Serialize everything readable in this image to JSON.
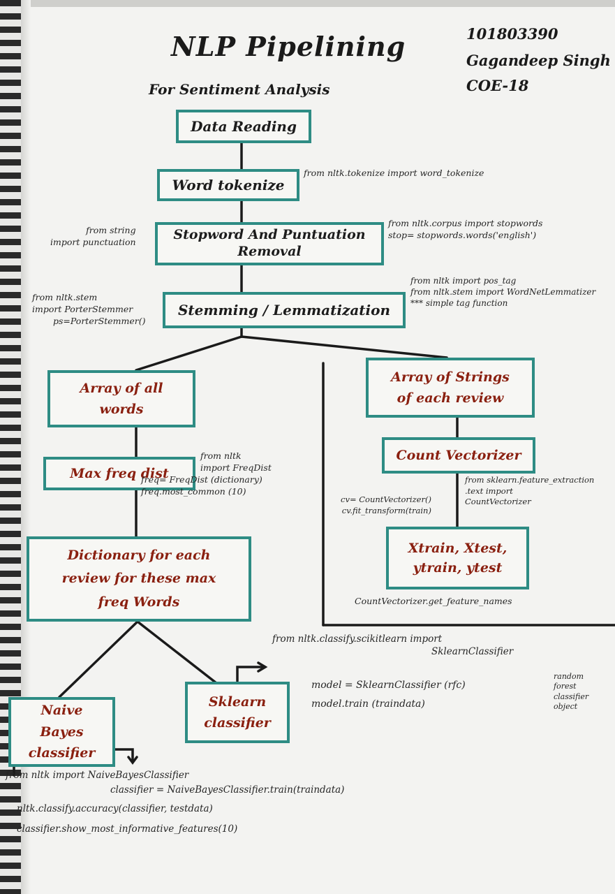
{
  "header": {
    "title": "NLP Pipelining",
    "subtitle": "For Sentiment Analysis",
    "roll_number": "101803390",
    "author": "Gagandeep Singh",
    "class": "COE-18"
  },
  "nodes": {
    "data_reading": "Data Reading",
    "word_tokenize": "Word tokenize",
    "stopword_removal": "Stopword And Puntuation Removal",
    "stemming": "Stemming / Lemmatization",
    "array_all_words": "Array of all words",
    "array_strings": "Array of Strings of each review",
    "max_freq_dist": "Max freq dist",
    "count_vectorizer": "Count Vectorizer",
    "dictionary": "Dictionary for each review for these max freq Words",
    "xtrain_line1": "Xtrain, Xtest,",
    "xtrain_line2": "ytrain, ytest",
    "naive_bayes": "Naive Bayes classifier",
    "sklearn": "Sklearn classifier"
  },
  "notes": {
    "word_tokenize": "from nltk.tokenize import word_tokenize",
    "stopwords_line1": "from nltk.corpus import stopwords",
    "stopwords_line2": "stop= stopwords.words('english')",
    "punctuation_line1": "from string",
    "punctuation_line2": "import punctuation",
    "postag_line1": "from nltk import pos_tag",
    "postag_line2": "from nltk.stem import WordNetLemmatizer",
    "postag_line3": "*** simple tag function",
    "porter_line1": "from nltk.stem",
    "porter_line2": "import PorterStemmer",
    "porter_line3": "ps=PorterStemmer()",
    "freqdist_line1": "from nltk",
    "freqdist_line2": "import FreqDist",
    "freqdist_line3": "freq= FreqDist (dictionary)",
    "freqdist_line4": "freq.most_common (10)",
    "cv_left_line1": "cv= CountVectorizer()",
    "cv_left_line2": "cv.fit_transform(train)",
    "cv_right_line1": "from sklearn.feature_extraction",
    "cv_right_line2": ".text     import",
    "cv_right_line3": "CountVectorizer",
    "feature_names": "CountVectorizer.get_feature_names",
    "sklearn_line1": "from nltk.classify.scikitlearn import",
    "sklearn_line2": "SklearnClassifier",
    "model_line1": "model = SklearnClassifier (rfc)",
    "model_line2": "model.train (traindata)",
    "rfc_line1": "random",
    "rfc_line2": "forest",
    "rfc_line3": "classifier",
    "rfc_line4": "object",
    "nb_line1": "from nltk import NaiveBayesClassifier",
    "nb_line2": "classifier = NaiveBayesClassifier.train(traindata)",
    "nb_line3": "nltk.classify.accuracy(classifier, testdata)",
    "nb_line4": "classifier.show_most_informative_features(10)"
  },
  "colors": {
    "box_border": "#2e8c84",
    "label_red": "#8a2010",
    "ink": "#1c1c1c"
  }
}
